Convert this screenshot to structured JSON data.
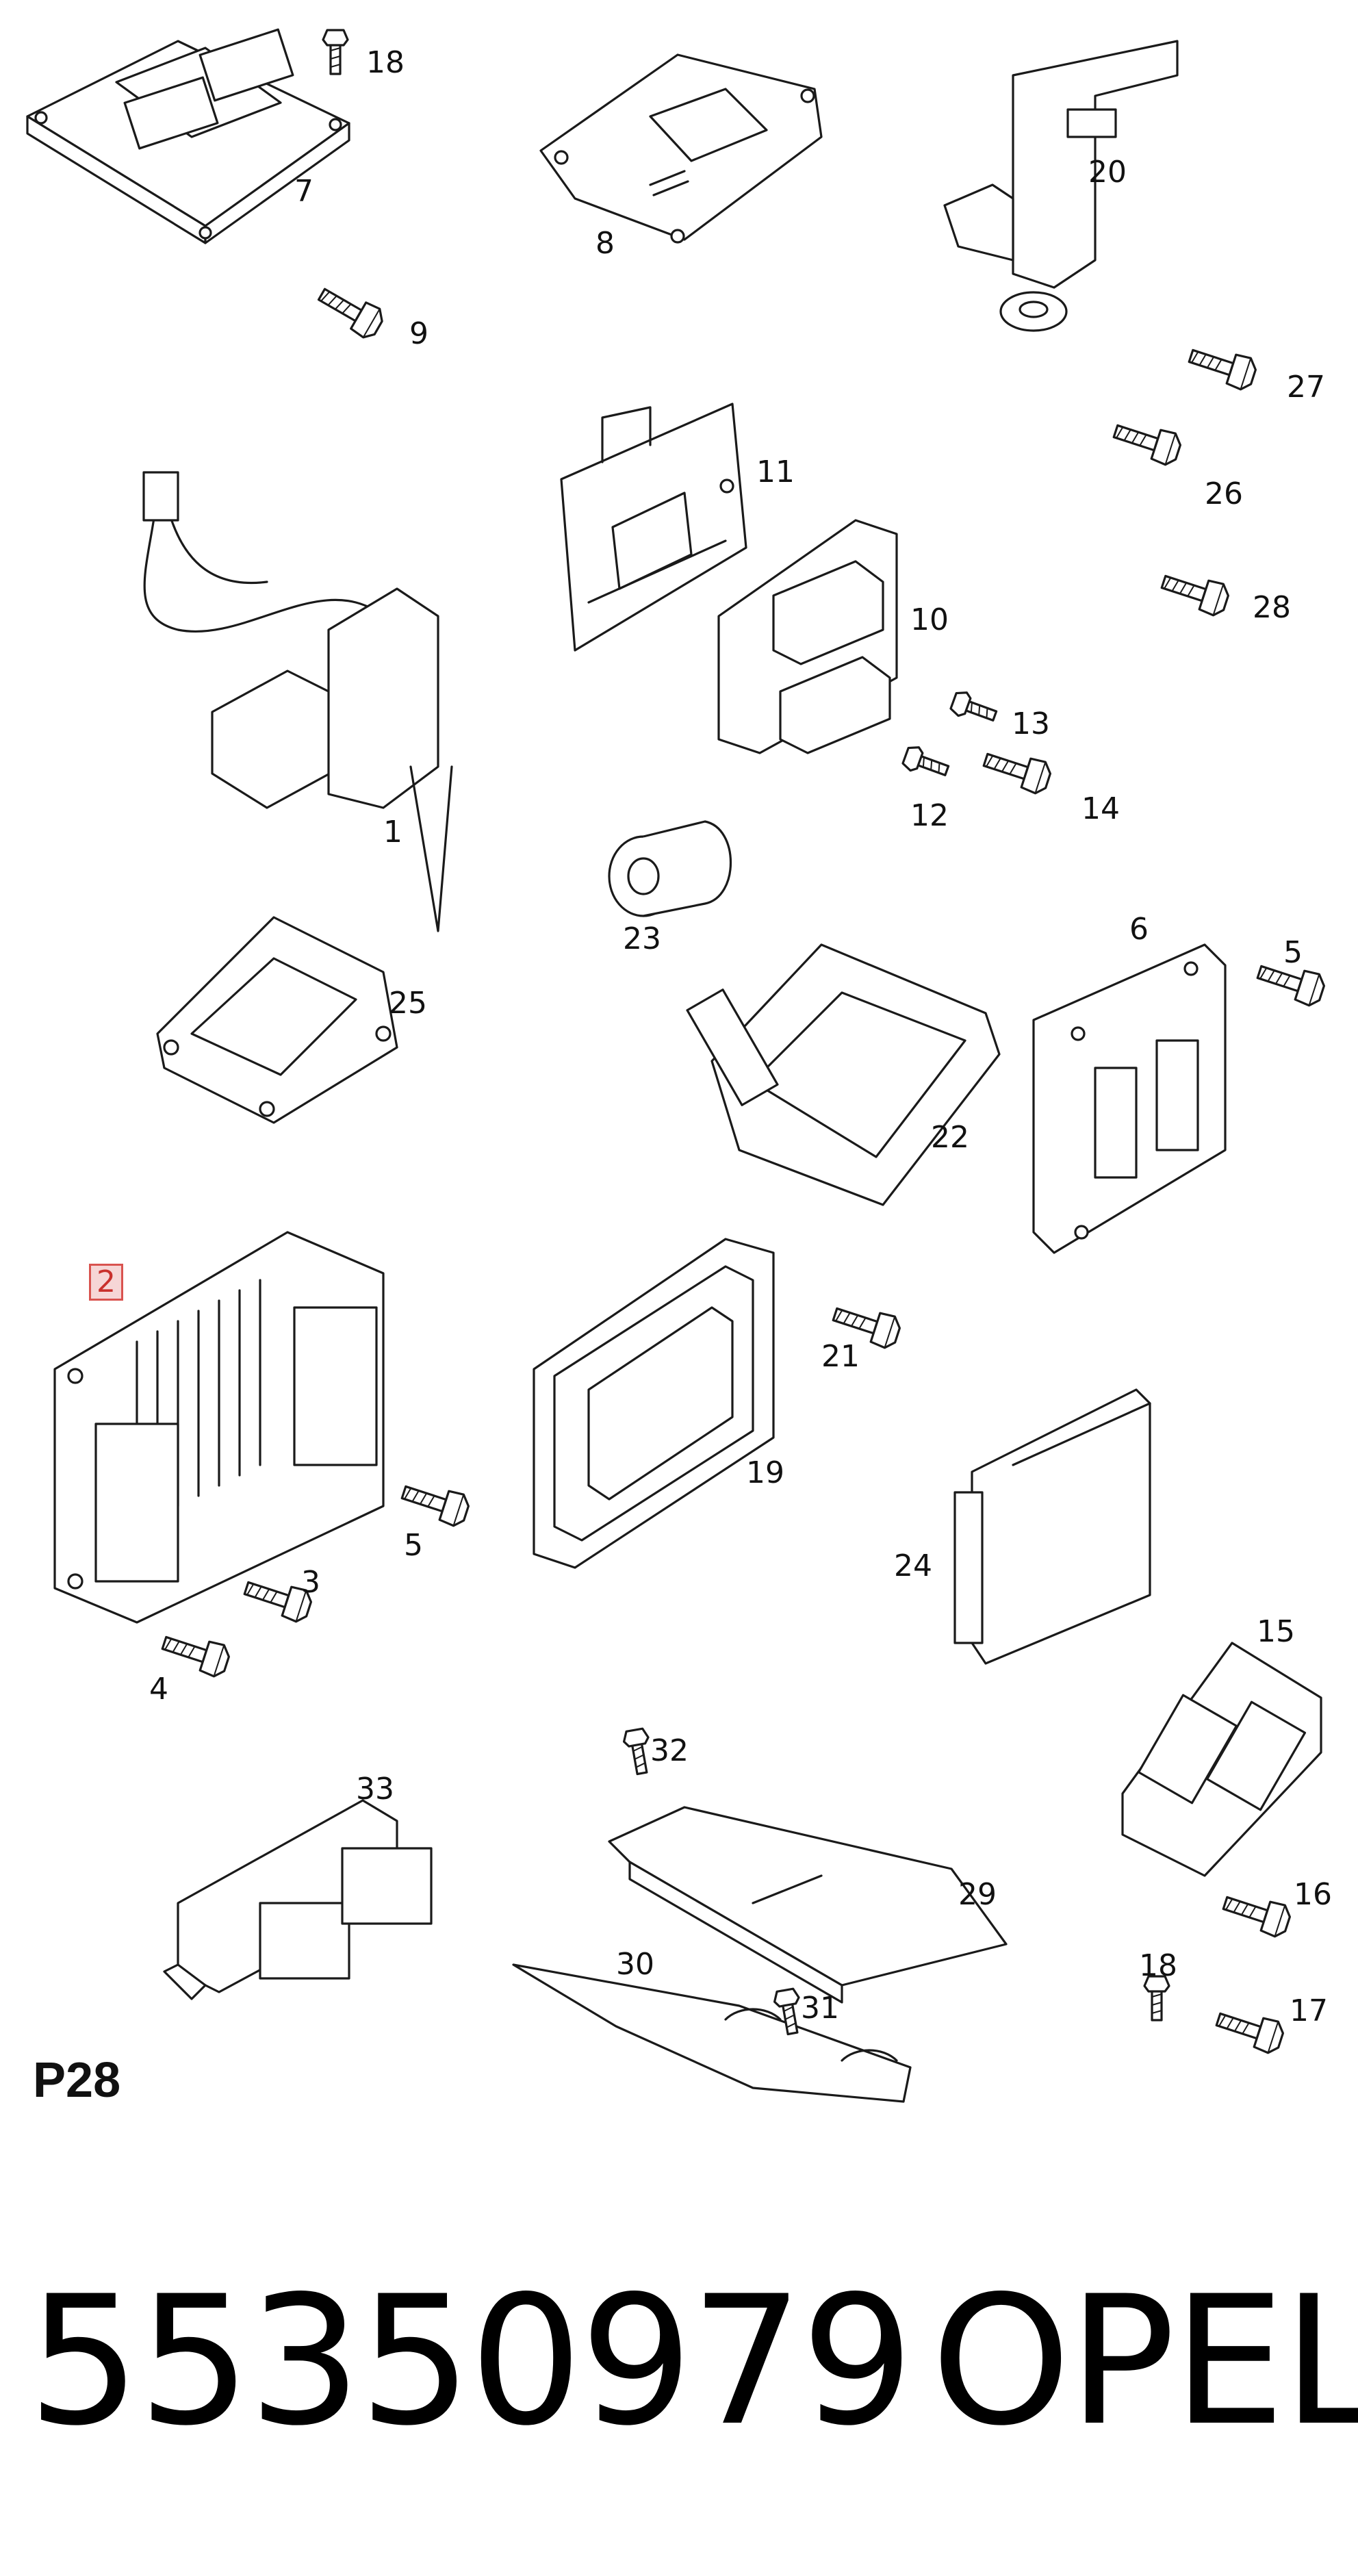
{
  "page_code": "P28",
  "part_number": "55350979",
  "brand": "OPEL",
  "highlight_color": "#d9534f",
  "callouts": [
    {
      "id": "c7",
      "text": "7"
    },
    {
      "id": "c18a",
      "text": "18"
    },
    {
      "id": "c8",
      "text": "8"
    },
    {
      "id": "c20",
      "text": "20"
    },
    {
      "id": "c9",
      "text": "9"
    },
    {
      "id": "c27",
      "text": "27"
    },
    {
      "id": "c26",
      "text": "26"
    },
    {
      "id": "c11",
      "text": "11"
    },
    {
      "id": "c10",
      "text": "10"
    },
    {
      "id": "c28",
      "text": "28"
    },
    {
      "id": "c13",
      "text": "13"
    },
    {
      "id": "c12",
      "text": "12"
    },
    {
      "id": "c14",
      "text": "14"
    },
    {
      "id": "c1",
      "text": "1"
    },
    {
      "id": "c23",
      "text": "23"
    },
    {
      "id": "c6",
      "text": "6"
    },
    {
      "id": "c5a",
      "text": "5"
    },
    {
      "id": "c25",
      "text": "25"
    },
    {
      "id": "c22",
      "text": "22"
    },
    {
      "id": "c2",
      "text": "2",
      "highlighted": true
    },
    {
      "id": "c21",
      "text": "21"
    },
    {
      "id": "c19",
      "text": "19"
    },
    {
      "id": "c5b",
      "text": "5"
    },
    {
      "id": "c3",
      "text": "3"
    },
    {
      "id": "c24",
      "text": "24"
    },
    {
      "id": "c4",
      "text": "4"
    },
    {
      "id": "c15",
      "text": "15"
    },
    {
      "id": "c32",
      "text": "32"
    },
    {
      "id": "c33",
      "text": "33"
    },
    {
      "id": "c29",
      "text": "29"
    },
    {
      "id": "c16",
      "text": "16"
    },
    {
      "id": "c18b",
      "text": "18"
    },
    {
      "id": "c30",
      "text": "30"
    },
    {
      "id": "c31",
      "text": "31"
    },
    {
      "id": "c17",
      "text": "17"
    }
  ]
}
